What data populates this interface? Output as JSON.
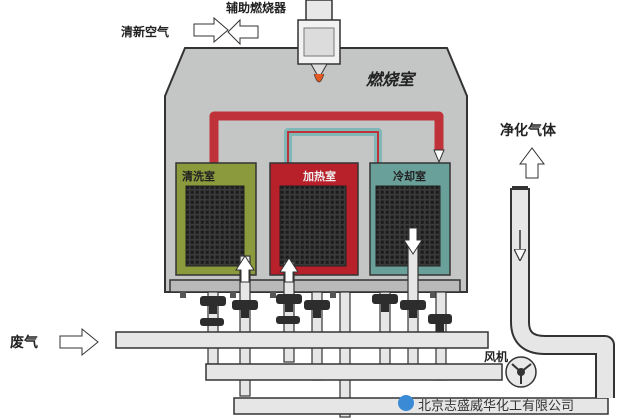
{
  "labels": {
    "fresh_air": "清新空气",
    "aux_burner": "辅助燃烧器",
    "furnace": "燃烧室",
    "purge_chamber": "清洗室",
    "heating_chamber": "加热室",
    "cooling_chamber": "冷却室",
    "clean_gas": "净化气体",
    "waste_gas": "废气",
    "fan": "风机"
  },
  "watermark": "北京志盛威华化工有限公司",
  "colors": {
    "furnace_fill": "#c4c6c5",
    "purge_chamber": "#8a9a3c",
    "heating_chamber": "#b8202a",
    "cooling_chamber": "#6aa09a",
    "hot_duct": "#c0323a",
    "cool_duct": "#7fb8b6",
    "pipe": "#e6e6e6",
    "outline": "#333333"
  },
  "icons": [
    "arrow-icon",
    "burner-icon",
    "fan-icon",
    "valve-icon",
    "wechat-icon"
  ]
}
